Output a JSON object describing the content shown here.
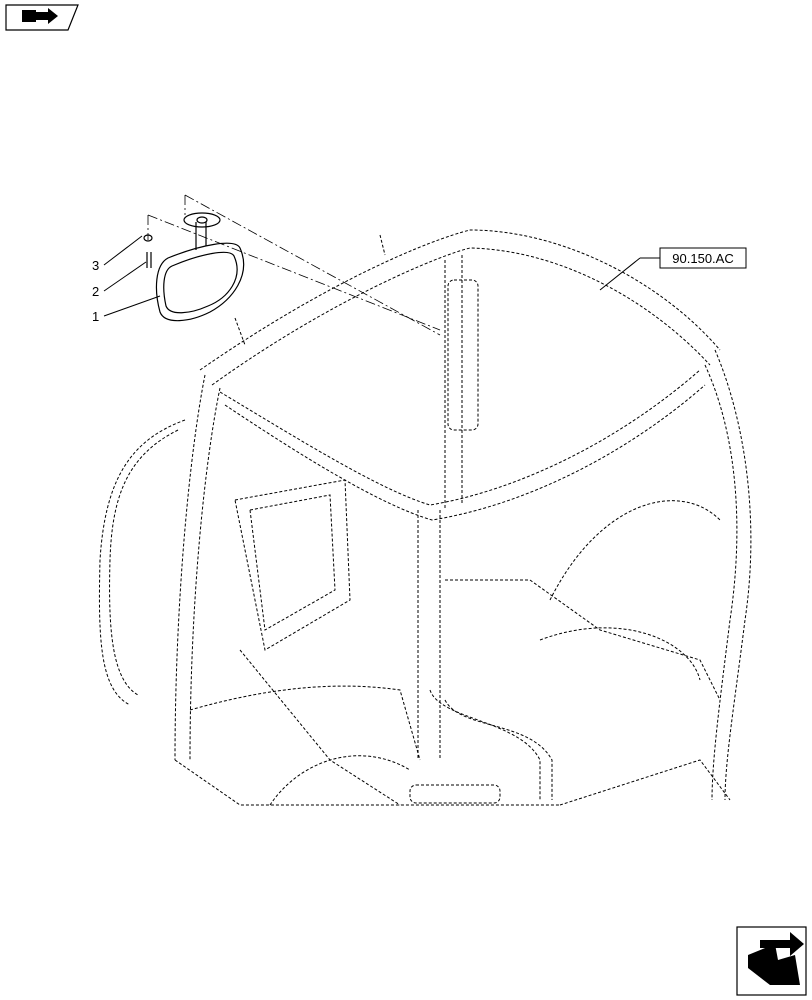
{
  "diagram": {
    "callouts": [
      {
        "number": "1",
        "part": "mirror"
      },
      {
        "number": "2",
        "part": "bolt"
      },
      {
        "number": "3",
        "part": "washer"
      }
    ],
    "reference_label": "90.150.AC"
  },
  "icons": {
    "top_left": "book-arrow-icon",
    "bottom_right": "next-page-arrow-icon"
  },
  "colors": {
    "line": "#000000",
    "background": "#ffffff"
  }
}
